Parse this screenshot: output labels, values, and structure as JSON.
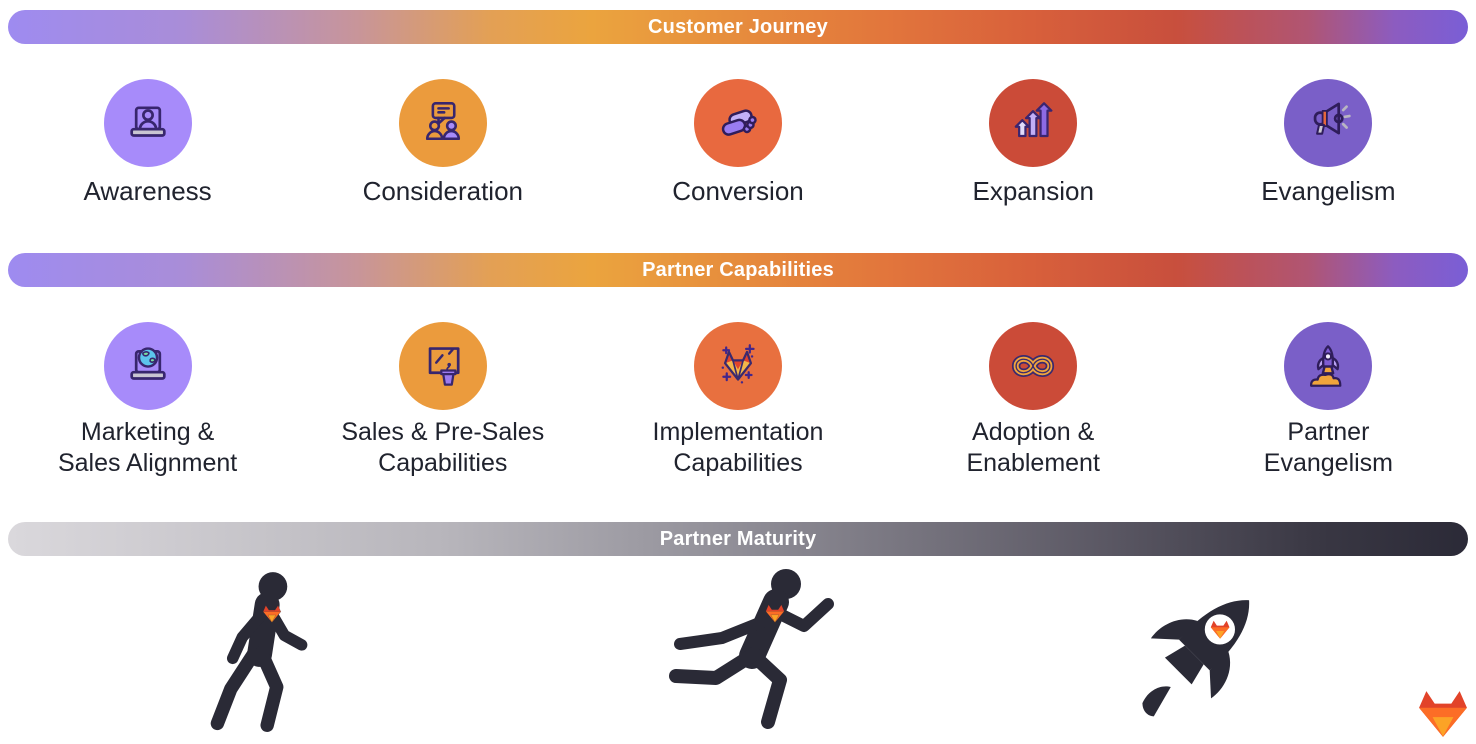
{
  "banners": {
    "customer_journey": "Customer Journey",
    "partner_capabilities": "Partner Capabilities",
    "partner_maturity": "Partner Maturity"
  },
  "customer_journey": {
    "stages": [
      {
        "label": "Awareness",
        "icon": "webinar-laptop-icon",
        "circle_color": "#a78bfa"
      },
      {
        "label": "Consideration",
        "icon": "discussion-chat-icon",
        "circle_color": "#eb9b3d"
      },
      {
        "label": "Conversion",
        "icon": "handshake-icon",
        "circle_color": "#e8693f"
      },
      {
        "label": "Expansion",
        "icon": "growth-arrows-icon",
        "circle_color": "#cb4b38"
      },
      {
        "label": "Evangelism",
        "icon": "megaphone-icon",
        "circle_color": "#7a5fc8"
      }
    ]
  },
  "partner_capabilities": {
    "stages": [
      {
        "label_line1": "Marketing &",
        "label_line2": "Sales Alignment",
        "icon": "laptop-globe-icon",
        "circle_color": "#a78bfa"
      },
      {
        "label_line1": "Sales & Pre-Sales",
        "label_line2": "Capabilities",
        "icon": "presentation-podium-icon",
        "circle_color": "#eb9b3d"
      },
      {
        "label_line1": "Implementation",
        "label_line2": "Capabilities",
        "icon": "gitlab-tanuki-sparkle-icon",
        "circle_color": "#e8703f"
      },
      {
        "label_line1": "Adoption &",
        "label_line2": "Enablement",
        "icon": "infinity-loop-icon",
        "circle_color": "#cb4b38"
      },
      {
        "label_line1": "Partner",
        "label_line2": "Evangelism",
        "icon": "rocket-launch-icon",
        "circle_color": "#7a5fc8"
      }
    ]
  },
  "partner_maturity": {
    "stages": [
      {
        "icon": "walking-person-icon"
      },
      {
        "icon": "running-person-icon"
      },
      {
        "icon": "rocket-ship-icon"
      }
    ]
  },
  "logo": {
    "icon": "gitlab-tanuki-logo"
  },
  "colors": {
    "gradient_left_purple": "#9e8bf0",
    "gradient_amber": "#eba43e",
    "gradient_orange": "#e2763c",
    "gradient_red": "#c84f3d",
    "gradient_right_purple": "#7a5ed6",
    "maturity_gray_start": "#dad8dc",
    "maturity_dark_end": "#2b2a37",
    "figure_dark": "#2a2a36",
    "label_text": "#20232e",
    "banner_text": "#ffffff",
    "icon_outline_purple": "#38266e",
    "tanuki_red": "#e24329",
    "tanuki_orange": "#fc6d26",
    "tanuki_yellow": "#fca326"
  }
}
